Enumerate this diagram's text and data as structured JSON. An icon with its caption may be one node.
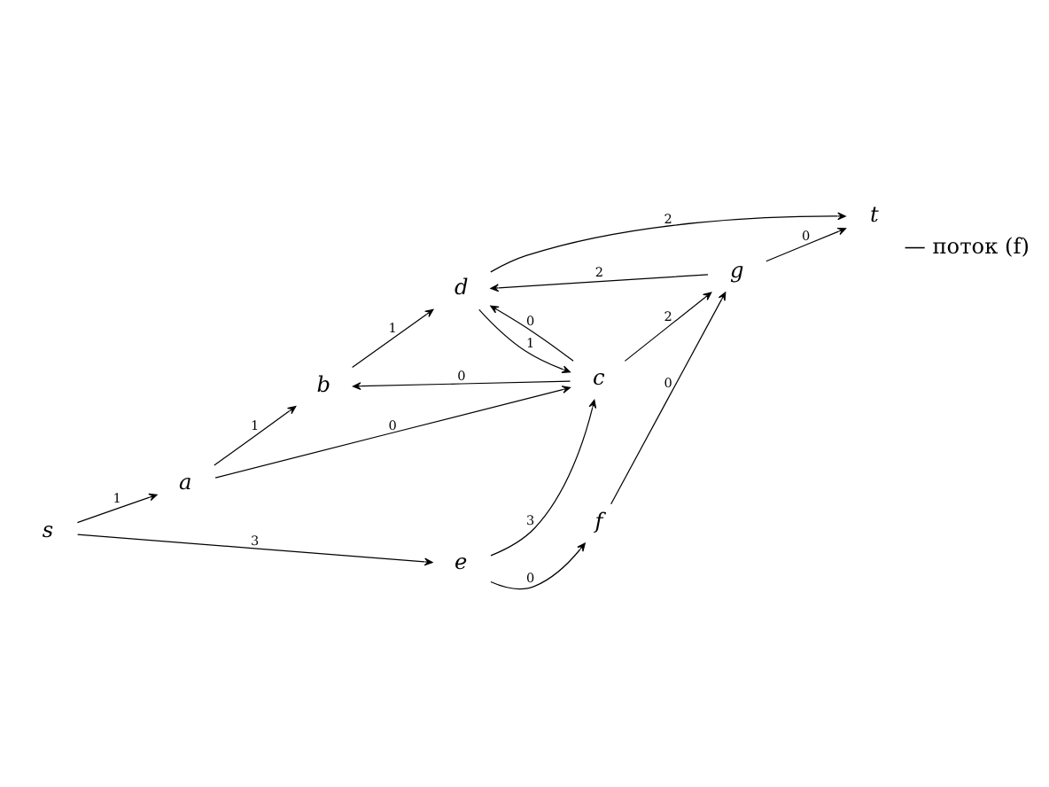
{
  "diagram": {
    "nodes": [
      {
        "text": [
          "s"
        ]
      },
      {
        "text": [
          "a"
        ]
      },
      {
        "text": [
          "b"
        ]
      },
      {
        "text": [
          "c"
        ]
      },
      {
        "text": [
          "d"
        ]
      },
      {
        "text": [
          "t"
        ],
        "beside": [
          "— поток (f)"
        ]
      },
      {
        "text": [
          "e"
        ]
      },
      {
        "text": [
          "f"
        ]
      },
      {
        "text": [
          "g"
        ]
      }
    ],
    "edges": [
      {
        "from": 0,
        "to": 1,
        "arrow": "to",
        "label": "1"
      },
      {
        "from": 0,
        "to": 6,
        "arrow": "to",
        "label": "3"
      },
      {
        "from": 1,
        "to": 2,
        "arrow": "to",
        "label": "1"
      },
      {
        "from": 1,
        "to": 3,
        "arrow": "to",
        "label": "0"
      },
      {
        "from": 2,
        "to": 4,
        "arrow": "to",
        "label": "1"
      },
      {
        "from": 3,
        "to": 2,
        "arrow": "to",
        "label": "0"
      },
      {
        "from": 3,
        "to": 4,
        "arrow": "to",
        "label": "0"
      },
      {
        "from": 4,
        "to": 3,
        "arrow": "to",
        "label": "1"
      },
      {
        "from": 3,
        "to": 8,
        "arrow": "to",
        "label": "2"
      },
      {
        "from": 6,
        "to": 3,
        "arrow": "to",
        "label": "3"
      },
      {
        "from": 6,
        "to": 7,
        "arrow": "to",
        "label": "0"
      },
      {
        "from": 7,
        "to": 8,
        "arrow": "to",
        "label": "0"
      },
      {
        "from": 8,
        "to": 4,
        "arrow": "to",
        "label": "2"
      },
      {
        "from": 4,
        "to": 5,
        "arrow": "to",
        "label": "2"
      },
      {
        "from": 8,
        "to": 5,
        "arrow": "to",
        "label": "0"
      }
    ]
  }
}
